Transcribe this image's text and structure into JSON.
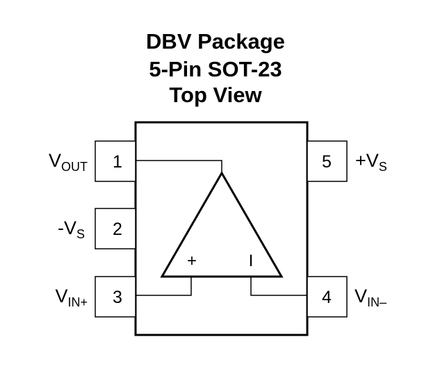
{
  "title": {
    "line1": "DBV Package",
    "line2": "5-Pin SOT-23",
    "line3": "Top View"
  },
  "pins": {
    "p1": {
      "number": "1",
      "label_main": "V",
      "label_sub": "OUT"
    },
    "p2": {
      "number": "2",
      "label_main": "-V",
      "label_sub": "S"
    },
    "p3": {
      "number": "3",
      "label_main": "V",
      "label_sub": "IN+"
    },
    "p4": {
      "number": "4",
      "label_main": "V",
      "label_sub": "IN–"
    },
    "p5": {
      "number": "5",
      "label_main": "+V",
      "label_sub": "S"
    }
  },
  "opamp": {
    "plus_symbol": "+",
    "minus_symbol": "I"
  },
  "colors": {
    "stroke": "#000000",
    "background": "#ffffff"
  }
}
